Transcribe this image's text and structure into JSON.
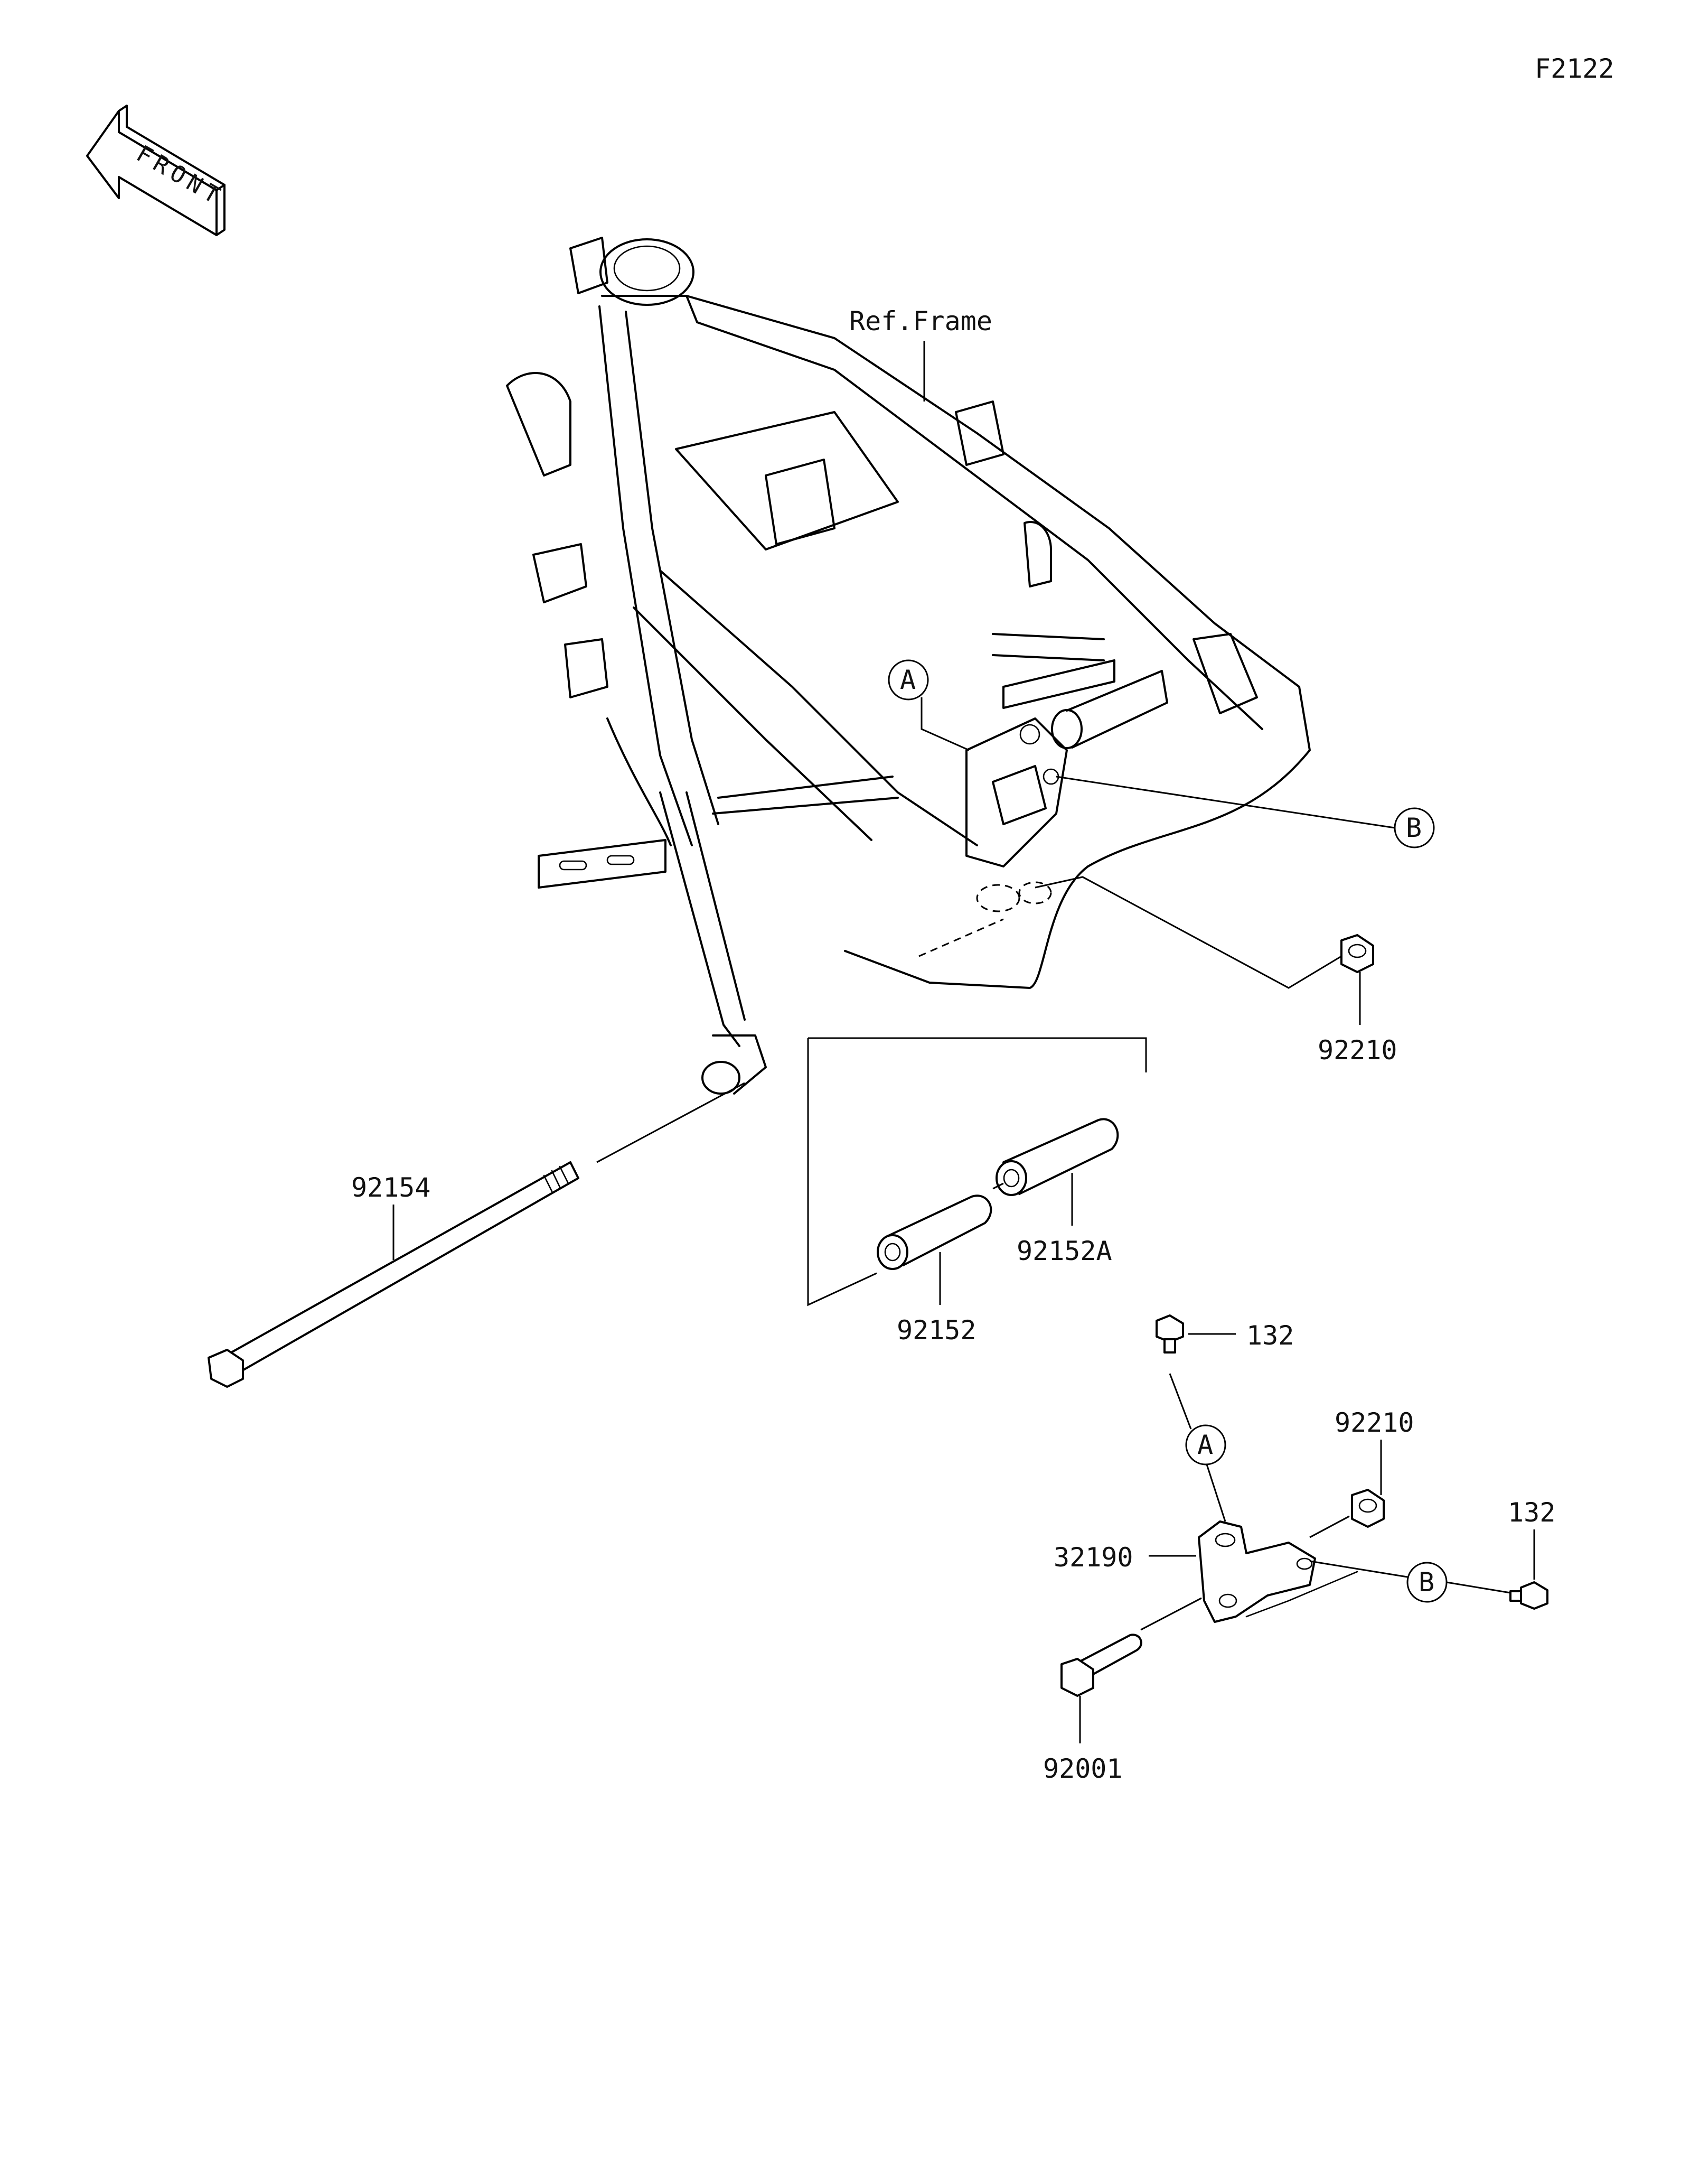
{
  "figure_code": "F2122",
  "front_arrow_label": "FRONT",
  "ref_label": "Ref.Frame",
  "callouts": {
    "A": "A",
    "B": "B"
  },
  "parts": {
    "p92210_top": "92210",
    "p92154": "92154",
    "p92152A": "92152A",
    "p92152": "92152",
    "p132_upper": "132",
    "p92210_lower": "92210",
    "p132_right": "132",
    "p32190": "32190",
    "p92001": "92001"
  }
}
